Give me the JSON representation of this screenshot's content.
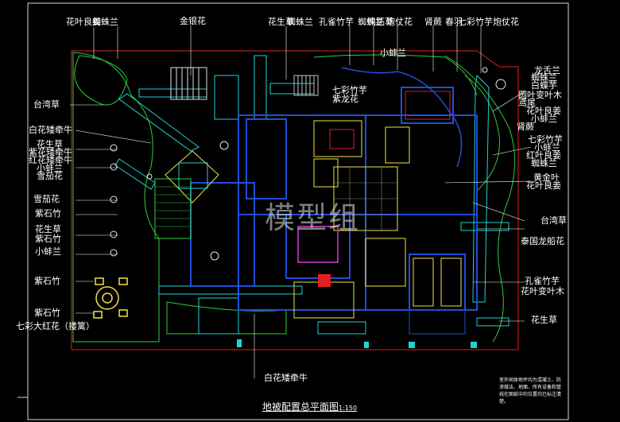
{
  "title": "地被配置总平面图",
  "scale": "1:150",
  "watermark": "模型组",
  "note": "室外固体地坪均为混凝土、防渗做法、地面、所有设备和管线在图纸中的位置均已标注清楚。",
  "colors": {
    "background": "#000000",
    "wall": "#1f4fd8",
    "green": "#2ecc40",
    "cyan": "#22d3d3",
    "yellow": "#f2e14b",
    "magenta": "#d93ad9",
    "red": "#e02020",
    "white": "#ffffff"
  },
  "labels": {
    "l01": "花叶良姜",
    "l02": "蜘蛛兰",
    "l03": "金银花",
    "l04": "花生草",
    "l05": "蜘蛛兰",
    "l06": "孔雀竹芋",
    "l07": "蜘蛛兰",
    "l08": "鸭跖草",
    "l09": "炮仗花",
    "l10": "小蚌兰",
    "l11": "肾蕨",
    "l12": "春羽",
    "l13": "七彩竹芋",
    "l14": "炮仗花",
    "l15": "台湾草",
    "l16": "龙舌兰",
    "l17": "七彩竹芋",
    "l18": "紫龙花",
    "l19": "蜘蛛兰",
    "l20": "白蝶芋",
    "l21": "圆叶变叶木",
    "l22": "鸢尾",
    "l23": "花叶良姜",
    "l24": "小蚌兰",
    "l25": "肾蕨",
    "l26": "白花矮牵牛",
    "l27": "花生草",
    "l28": "紫花矮牵牛",
    "l29": "红花矮牵牛",
    "l30": "小蚌兰",
    "l31": "雪茄花",
    "l32": "七彩竹芋",
    "l33": "小蚌兰",
    "l34": "红叶良姜",
    "l35": "蜘蛛兰",
    "l36": "黄金叶",
    "l37": "花叶良姜",
    "l38": "雪茄花",
    "l39": "紫石竹",
    "l40": "台湾草",
    "l41": "花生草",
    "l42": "紫石竹",
    "l43": "泰国龙船花",
    "l44": "小蚌兰",
    "l45": "紫石竹",
    "l46": "孔雀竹芋",
    "l47": "花叶变叶木",
    "l48": "紫石竹",
    "l49": "七彩大红花（搂篱）",
    "l50": "花生草",
    "l51": "白花矮牵牛"
  }
}
